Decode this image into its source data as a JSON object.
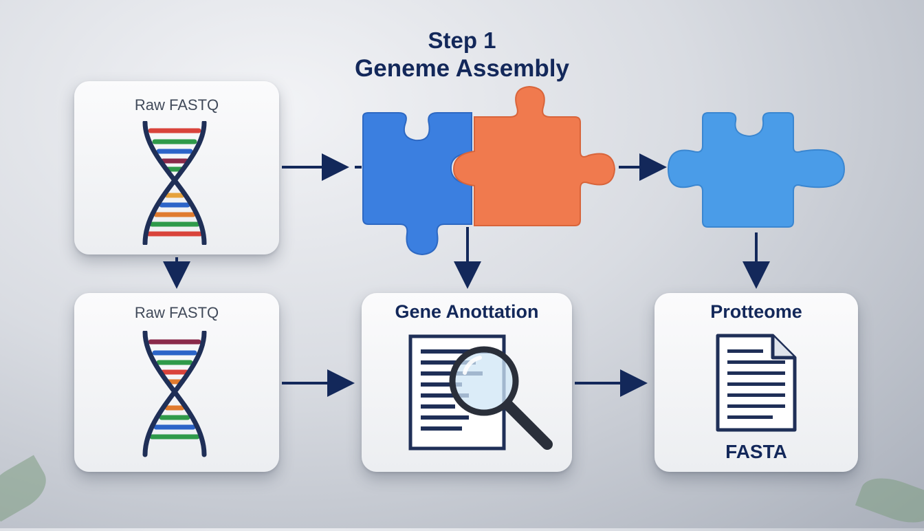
{
  "diagram": {
    "title_line1": "Step 1",
    "title_line2": "Geneme Assembly",
    "cards": {
      "raw_fastq_top": "Raw FASTQ",
      "raw_fastq_bottom": "Raw FASTQ",
      "gene_annotation": "Gene Anottation",
      "proteome": "Protteome",
      "proteome_format": "FASTA"
    },
    "icons": [
      "dna-helix-icon",
      "puzzle-piece-icon",
      "document-icon",
      "magnifier-icon",
      "fasta-file-icon"
    ],
    "colors": {
      "title": "#13285a",
      "arrow": "#13285a",
      "puzzle_blue": "#3b7fe0",
      "puzzle_orange": "#f07a4e",
      "puzzle_light_blue": "#4a9ce8"
    }
  }
}
